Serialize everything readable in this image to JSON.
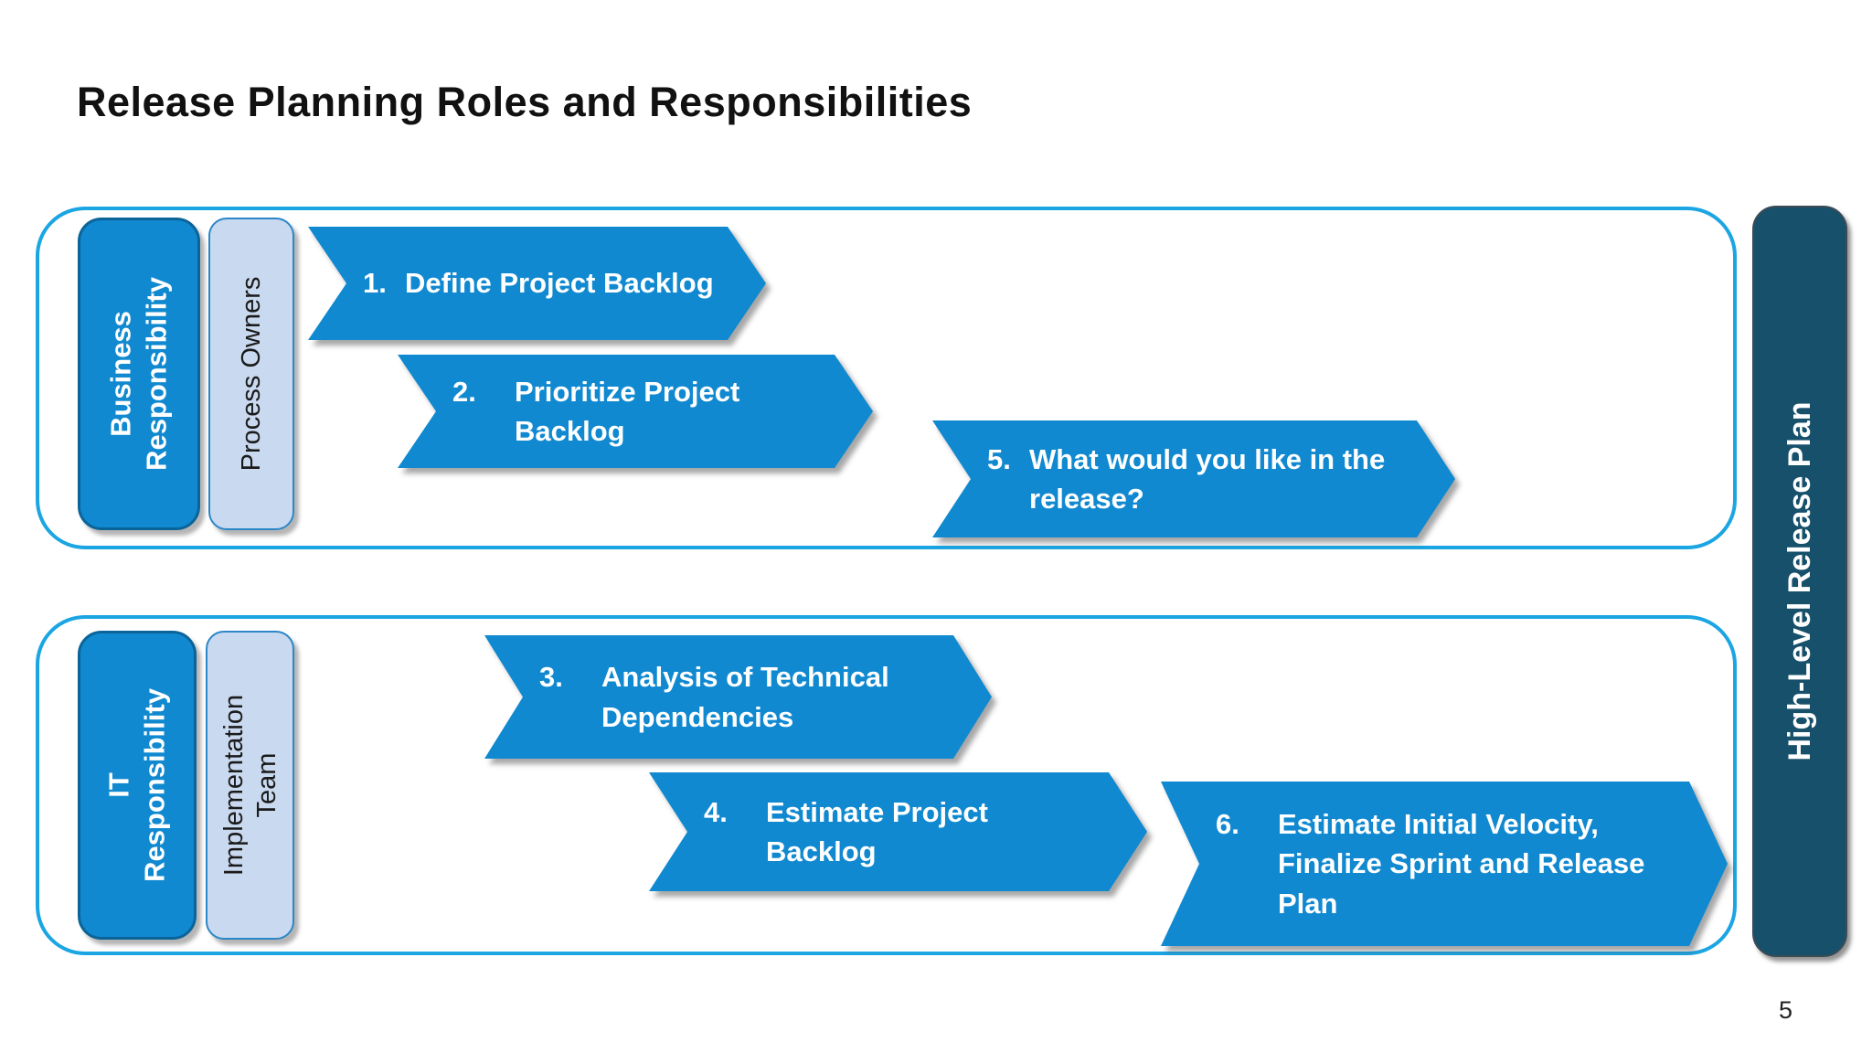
{
  "title": "Release Planning Roles and Responsibilities",
  "page_number": "5",
  "colors": {
    "chevron_blue": "#1089d0",
    "lane_border_blue": "#1ba5e3",
    "team_box_fill": "#c9d9ef",
    "release_bar_fill": "#17506b"
  },
  "release_bar": {
    "label": "High-Level Release Plan"
  },
  "lanes": [
    {
      "id": "business",
      "role_label": "Business\nResponsibility",
      "team_label": "Process Owners",
      "steps": [
        {
          "num": "1.",
          "label": "Define Project Backlog"
        },
        {
          "num": "2.",
          "label": "Prioritize Project\nBacklog"
        },
        {
          "num": "5.",
          "label": "What would you like in the\nrelease?"
        }
      ]
    },
    {
      "id": "it",
      "role_label": "IT\nResponsibility",
      "team_label": "Implementation\nTeam",
      "steps": [
        {
          "num": "3.",
          "label": "Analysis of Technical\nDependencies"
        },
        {
          "num": "4.",
          "label": "Estimate Project\nBacklog"
        },
        {
          "num": "6.",
          "label": "Estimate Initial Velocity,\nFinalize Sprint and Release\nPlan"
        }
      ]
    }
  ]
}
